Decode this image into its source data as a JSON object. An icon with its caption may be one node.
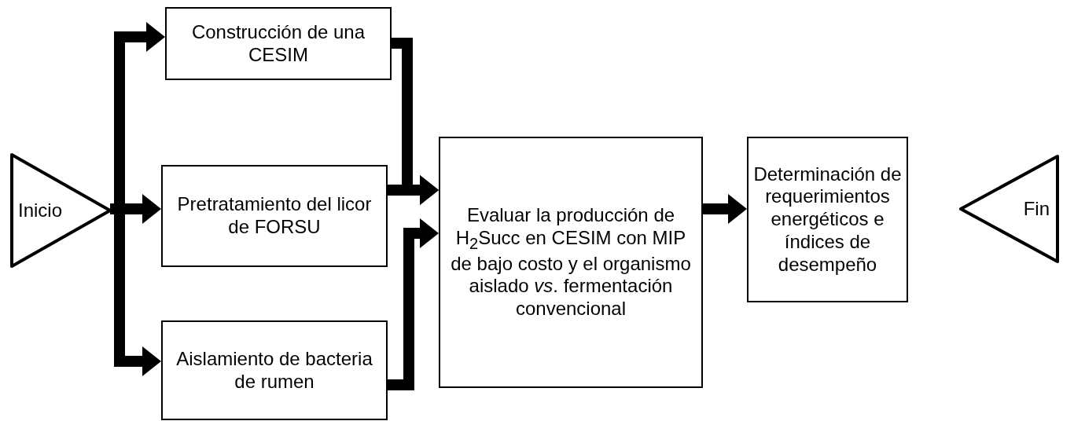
{
  "diagram": {
    "nodes": [
      {
        "text": [
          "Inicio"
        ]
      },
      {
        "text": [
          "Construcción de una CESIM"
        ]
      },
      {
        "text": [
          "Pretratamiento del licor de FORSU"
        ]
      },
      {
        "text": [
          "Aislamiento de bacteria de rumen"
        ]
      },
      {
        "text": [
          "Evaluar la producción de H$_{2}$Succ en CESIM con MIP de bajo costo y el organismo aislado *vs*. fermentación convencional"
        ]
      },
      {
        "text": [
          "Determinación de requerimientos energéticos e índices de desempeño"
        ]
      },
      {
        "text": [
          "Fin"
        ]
      }
    ],
    "edges": [
      {
        "from": 0,
        "to": 1,
        "arrow": "to"
      },
      {
        "from": 0,
        "to": 2,
        "arrow": "to"
      },
      {
        "from": 0,
        "to": 3,
        "arrow": "to"
      },
      {
        "from": 1,
        "to": 4,
        "arrow": "to"
      },
      {
        "from": 2,
        "to": 4,
        "arrow": "to"
      },
      {
        "from": 3,
        "to": 4,
        "arrow": "to"
      },
      {
        "from": 4,
        "to": 5,
        "arrow": "to"
      }
    ]
  }
}
